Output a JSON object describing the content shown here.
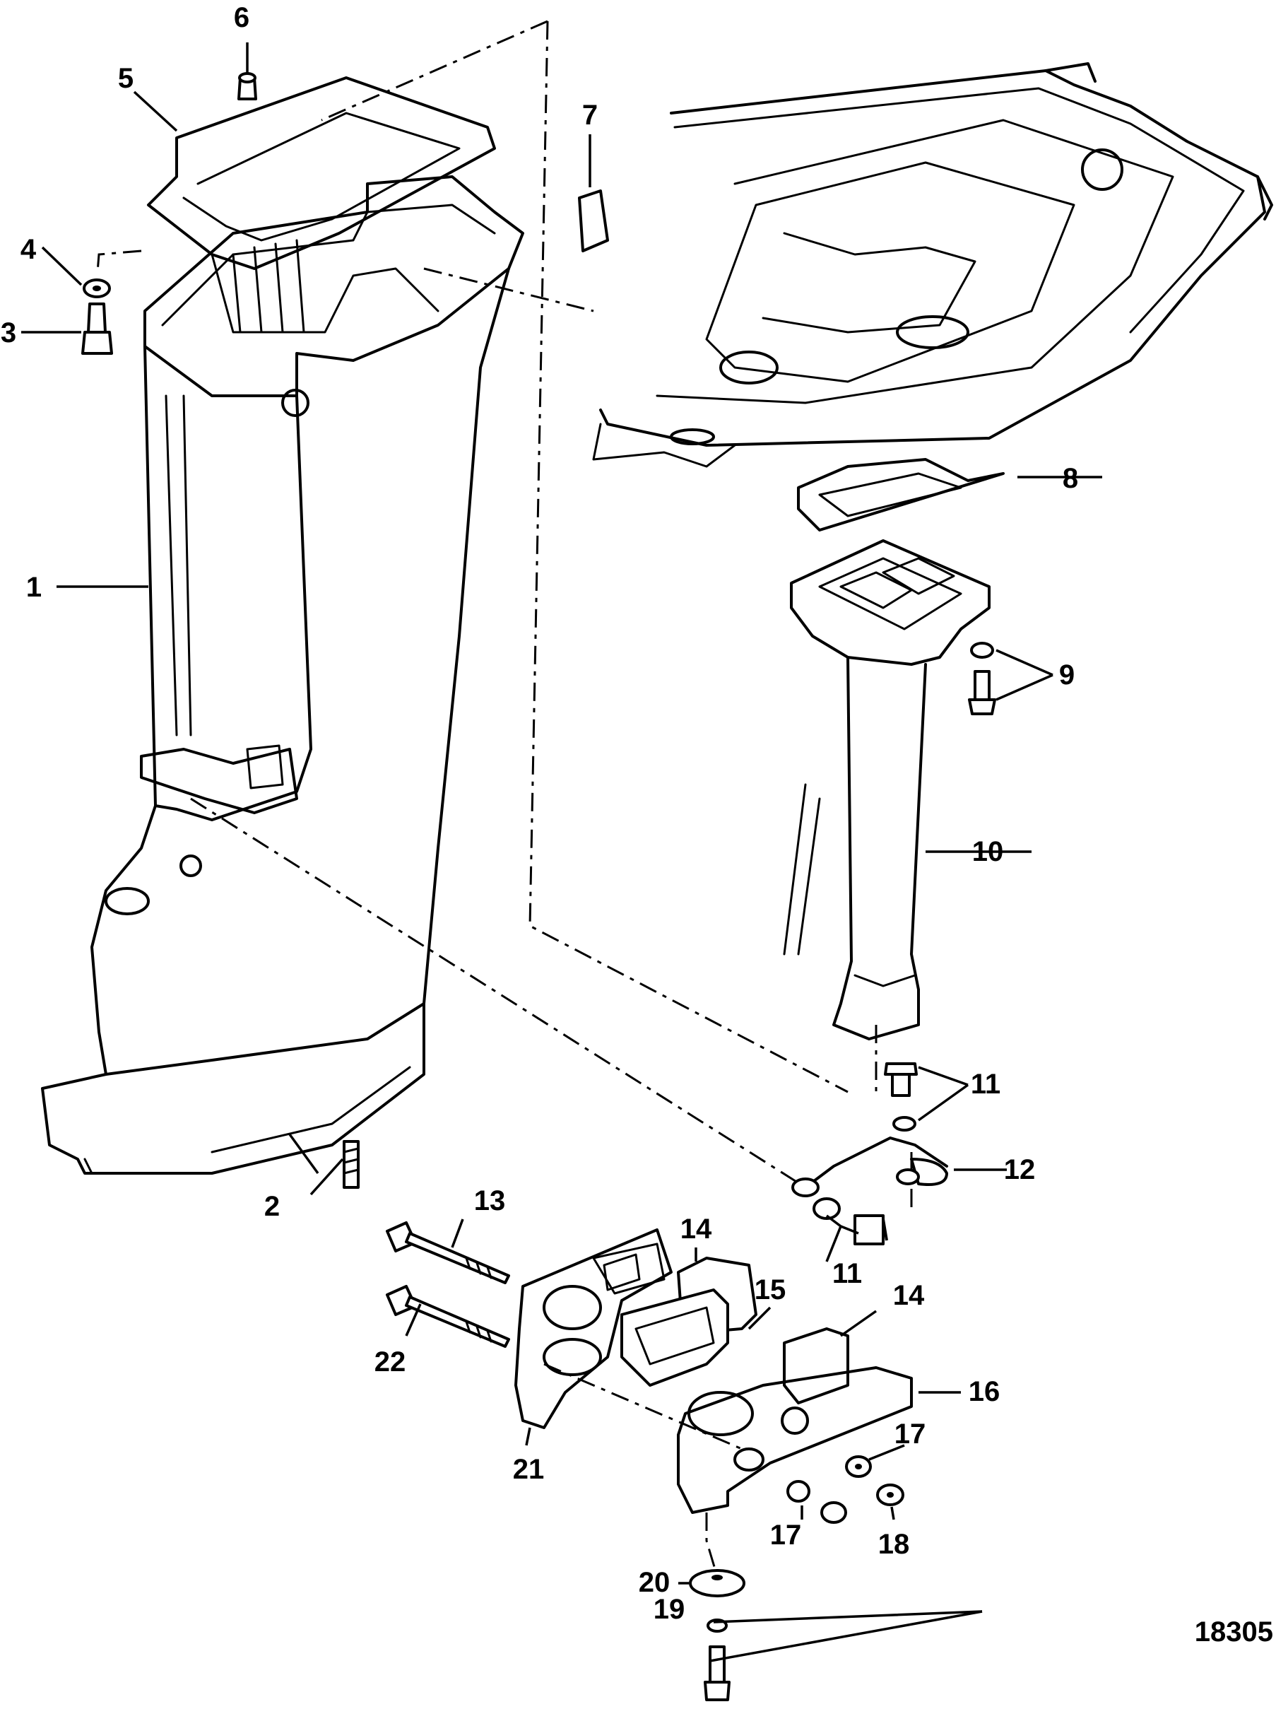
{
  "callouts": [
    {
      "number": "1"
    },
    {
      "number": "2"
    },
    {
      "number": "3"
    },
    {
      "number": "4"
    },
    {
      "number": "5"
    },
    {
      "number": "6"
    },
    {
      "number": "7"
    },
    {
      "number": "8"
    },
    {
      "number": "9"
    },
    {
      "number": "10"
    },
    {
      "number": "11"
    },
    {
      "number": "11"
    },
    {
      "number": "12"
    },
    {
      "number": "13"
    },
    {
      "number": "14"
    },
    {
      "number": "14"
    },
    {
      "number": "15"
    },
    {
      "number": "16"
    },
    {
      "number": "17"
    },
    {
      "number": "17"
    },
    {
      "number": "18"
    },
    {
      "number": "19"
    },
    {
      "number": "20"
    },
    {
      "number": "21"
    },
    {
      "number": "22"
    }
  ],
  "figure_number": "18305"
}
